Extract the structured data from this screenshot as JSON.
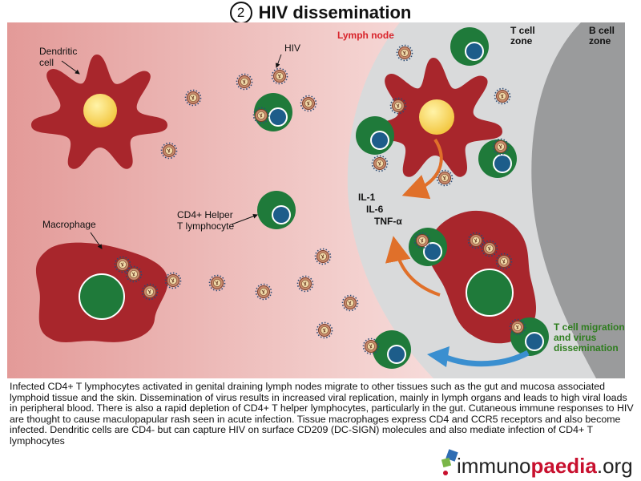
{
  "title": {
    "number": "2",
    "text": "HIV dissemination"
  },
  "labels": {
    "dendritic_cell": [
      "Dendritic",
      "cell"
    ],
    "hiv": "HIV",
    "macrophage": "Macrophage",
    "cd4_helper": [
      "CD4+ Helper",
      "T lymphocyte"
    ],
    "lymph_node": "Lymph node",
    "t_cell_zone": [
      "T cell",
      "zone"
    ],
    "b_cell_zone": [
      "B cell",
      "zone"
    ],
    "cytokines": [
      "IL-1",
      "IL-6",
      "TNF-α"
    ],
    "migration": [
      "T cell migration",
      "and virus",
      "dissemination"
    ]
  },
  "caption": "Infected CD4+ T lymphocytes activated in genital draining lymph nodes migrate to other tissues such as the gut and mucosa associated lymphoid tissue and the skin. Dissemination of virus results in increased viral replication, mainly in lymph organs and leads to high viral loads in peripheral blood. There is also a rapid depletion of CD4+ T helper lymphocytes, particularly in the gut. Cutaneous immune responses to HIV are thought to cause maculopapular rash seen in acute infection. Tissue macrophages express CD4 and CCR5 receptors and also become infected. Dendritic cells are CD4- but can capture HIV on surface CD209 (DC-SIGN) molecules and also mediate infection of CD4+ T lymphocytes",
  "logo": {
    "prefix": "immuno",
    "bold": "paedia",
    "suffix": ".org"
  },
  "colors": {
    "tissue_left": "#e6a2a0",
    "tissue_right": "#fbeeee",
    "lymph_node": "#d9dadb",
    "b_cell_zone": "#9a9b9c",
    "cell_red": "#a8262c",
    "t_cell_green": "#1f7a3a",
    "nucleus_blue": "#1d5d8a",
    "dc_nucleus": "#f4d24a",
    "arrow_orange": "#e0702a",
    "arrow_blue": "#3a8fd0",
    "label_red": "#d8232a",
    "label_green": "#2e7d1e"
  }
}
